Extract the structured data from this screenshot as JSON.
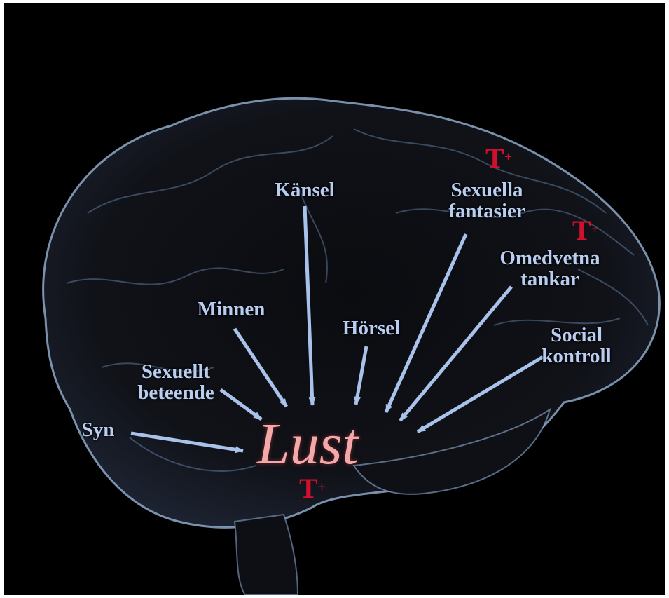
{
  "diagram": {
    "center_label": "Lust",
    "testosterone_marker": {
      "letter": "T",
      "sign": "+"
    },
    "inputs": [
      {
        "id": "kansel",
        "text": "Känsel"
      },
      {
        "id": "sexuella-fantasier",
        "text": "Sexuella\nfantasier"
      },
      {
        "id": "omedvetna-tankar",
        "text": "Omedvetna\ntankar"
      },
      {
        "id": "minnen",
        "text": "Minnen"
      },
      {
        "id": "horsel",
        "text": "Hörsel"
      },
      {
        "id": "social-kontroll",
        "text": "Social\nkontroll"
      },
      {
        "id": "sexuellt-beteende",
        "text": "Sexuellt\nbeteende"
      },
      {
        "id": "syn",
        "text": "Syn"
      }
    ]
  },
  "colors": {
    "background": "#000000",
    "label": "#b9cdf0",
    "arrow": "#a9c2ea",
    "center": "#f3a9a9",
    "marker": "#d0102c"
  }
}
